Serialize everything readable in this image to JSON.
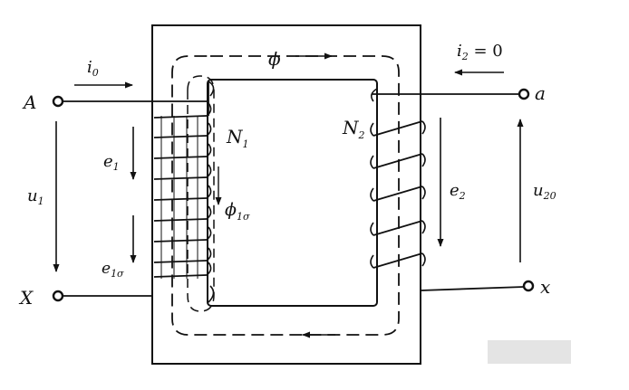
{
  "colors": {
    "ink": "#111111",
    "background": "#ffffff",
    "watermark": "#e4e4e4"
  },
  "primary": {
    "name": "N",
    "name_sub": "1",
    "terminal_top": "A",
    "terminal_bottom": "X",
    "current": "i",
    "current_sub": "0",
    "voltage": "u",
    "voltage_sub": "1",
    "emf": "e",
    "emf_sub": "1",
    "leak_emf": "e",
    "leak_emf_sub": "1σ",
    "leak_flux": "ϕ",
    "leak_flux_sub": "1σ"
  },
  "secondary": {
    "name": "N",
    "name_sub": "2",
    "terminal_top": "a",
    "terminal_bottom": "x",
    "current_expr": "i",
    "current_sub": "2",
    "current_rest": " = 0",
    "voltage": "u",
    "voltage_sub": "20",
    "emf": "e",
    "emf_sub": "2"
  },
  "core": {
    "main_flux": "ϕ"
  }
}
